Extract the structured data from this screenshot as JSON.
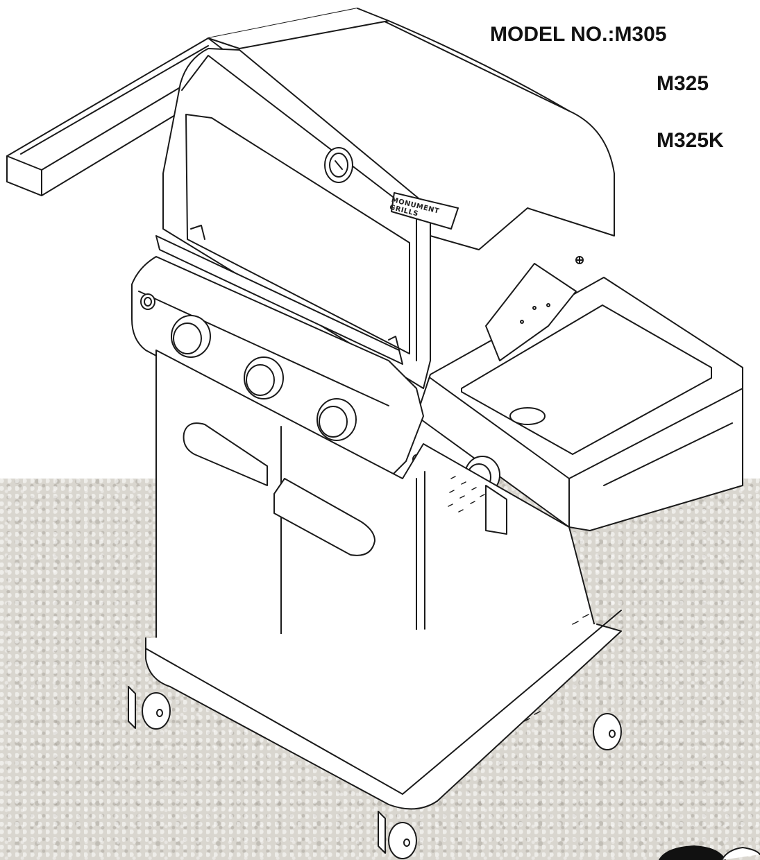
{
  "header": {
    "model_label": "MODEL NO.:M305",
    "model_2": "M325",
    "model_3": "M325K"
  },
  "product": {
    "brand_badge": "MONUMENT GRILLS"
  },
  "colors": {
    "line": "#1a1a1a",
    "floor": "#d9d6cf",
    "background": "#ffffff"
  }
}
